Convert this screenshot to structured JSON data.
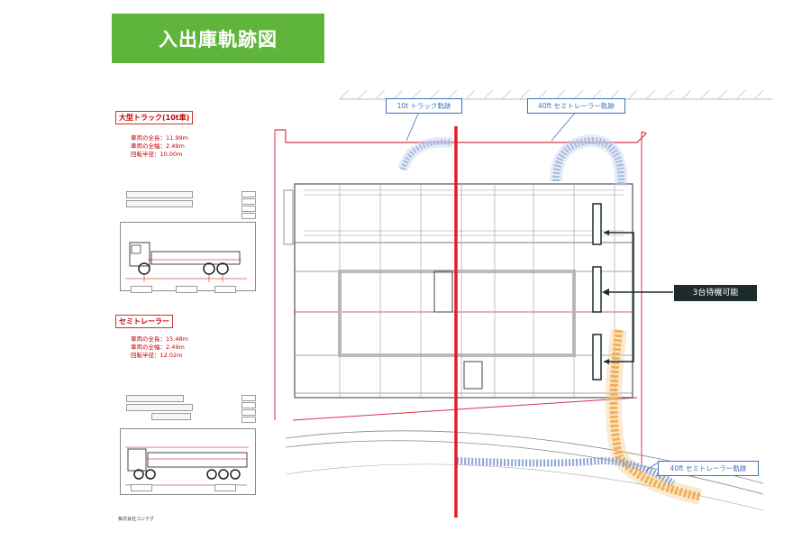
{
  "page": {
    "title": "入出庫軌跡図"
  },
  "left_panel": {
    "truck": {
      "heading": "大型トラック(10t車)",
      "specs": [
        "車両の全長：11.99m",
        "車両の全幅：2.49m",
        "回転半径：10.00m"
      ]
    },
    "trailer": {
      "heading": "セミトレーラー",
      "specs": [
        "車両の全長：15.48m",
        "車両の全幅：2.49m",
        "回転半径：12.02m"
      ]
    },
    "publisher": "株式会社コンテグ"
  },
  "drawing": {
    "callouts": {
      "truck_path": "10t トラック軌跡",
      "trailer_path_top": "40ft セミトレーラー軌跡",
      "waiting": "3台待機可能",
      "trailer_path_bottom": "40ft セミトレーラー軌跡"
    }
  },
  "colors": {
    "banner": "#5fb43b",
    "callout_border": "#3c71c2",
    "waiting_box": "#1c2b2b",
    "divider_line": "#e11d2a",
    "truck_path": "#8fa6d6",
    "trailer_path": "#f0a23a",
    "building_outline": "#d6334a"
  }
}
